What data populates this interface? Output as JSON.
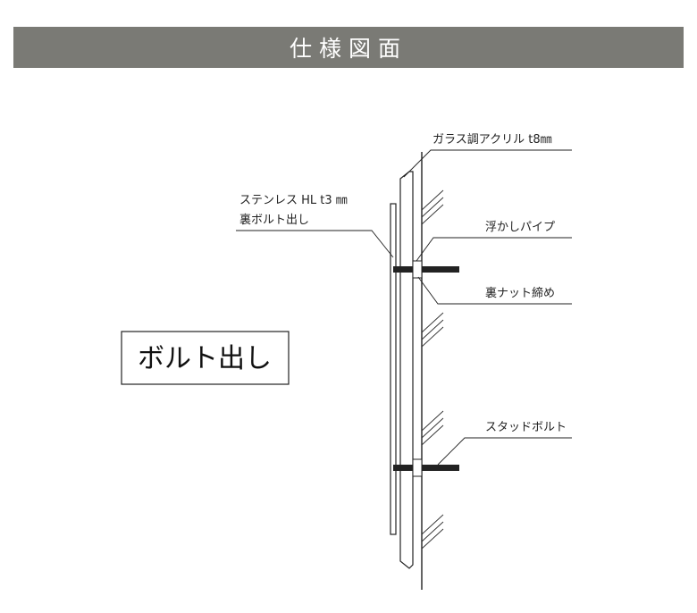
{
  "header": {
    "title": "仕様図面"
  },
  "diagram": {
    "callout_box": "ボルト出し",
    "labels": {
      "glass_acrylic": "ガラス調アクリル t8㎜",
      "stainless_line1": "ステンレス HL t3 ㎜",
      "stainless_line2": "裏ボルト出し",
      "floating_pipe": "浮かしパイプ",
      "back_nut": "裏ナット締め",
      "stud_bolt": "スタッドボルト"
    }
  }
}
